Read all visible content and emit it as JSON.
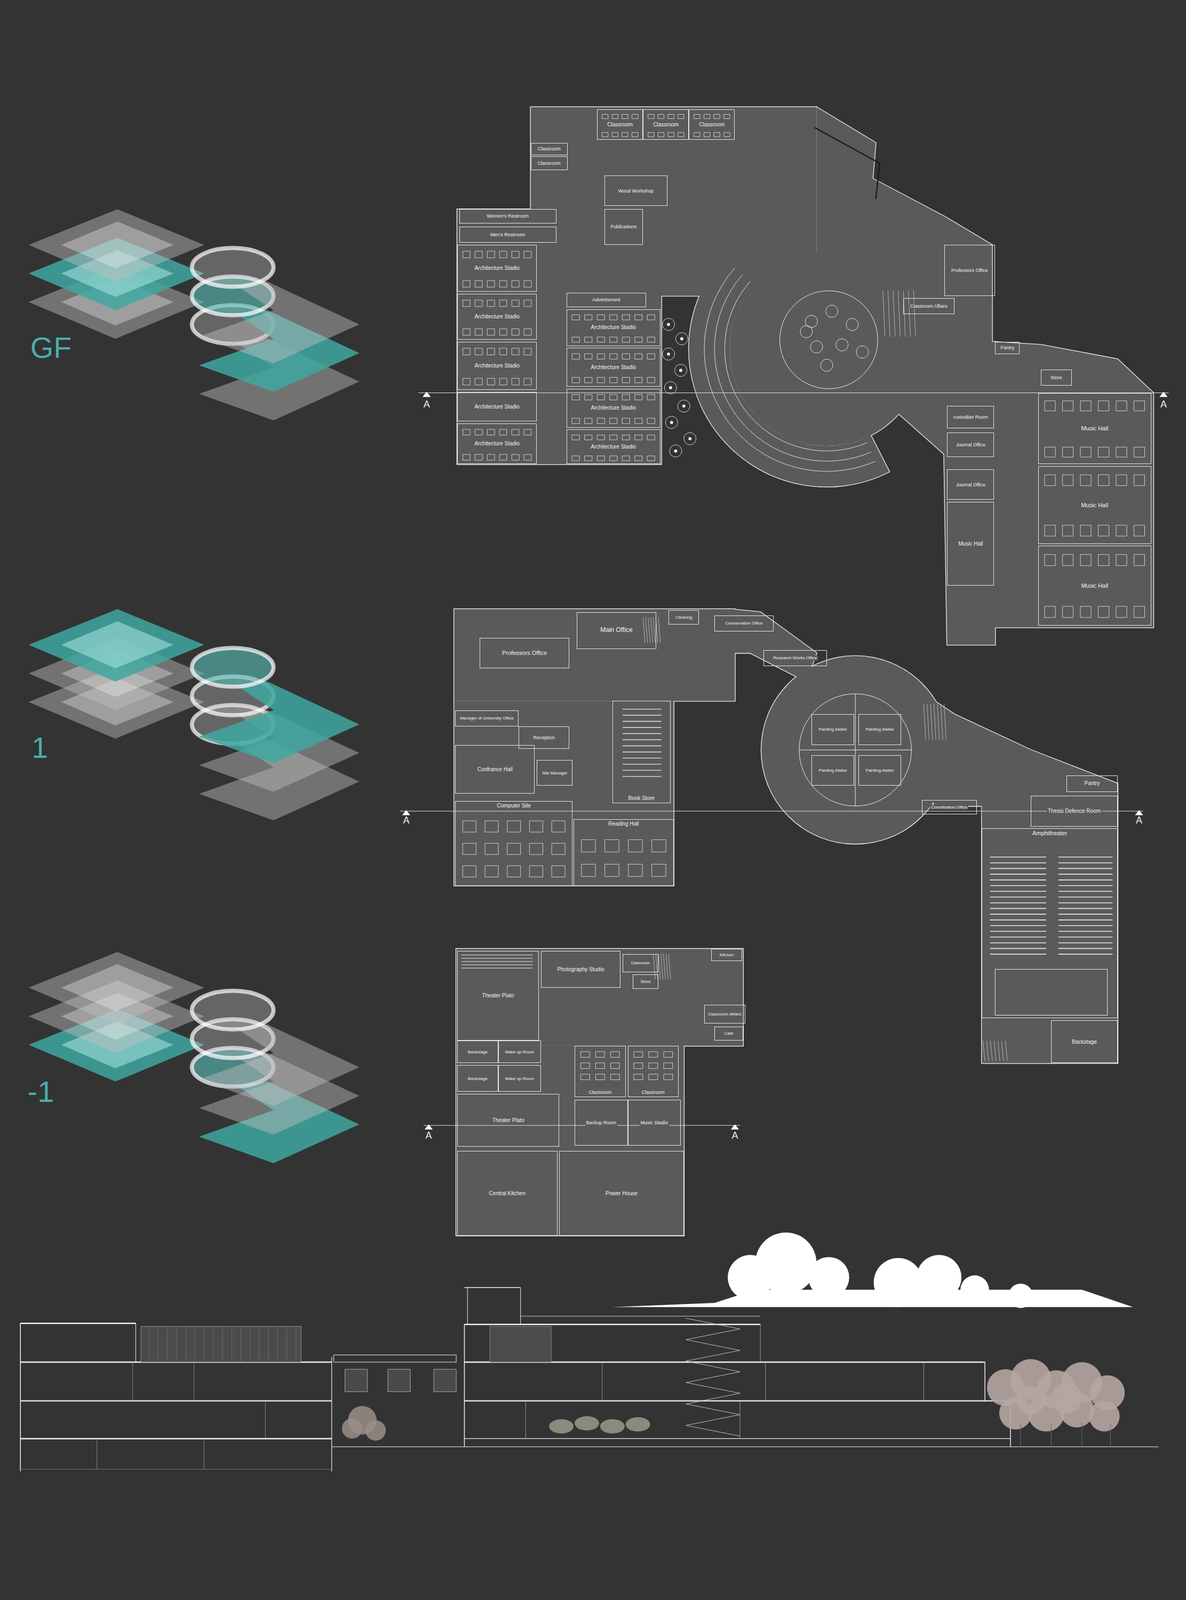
{
  "diagram": {
    "nodes": [
      {
        "text": [
          "Classroom"
        ]
      },
      {
        "text": [
          "Classroom"
        ]
      },
      {
        "text": [
          "Classroom"
        ]
      },
      {
        "text": [
          "Classroom"
        ]
      },
      {
        "text": [
          "Classroom"
        ]
      },
      {
        "text": [
          "Women's Restroom"
        ]
      },
      {
        "text": [
          "Men's Restroom"
        ]
      },
      {
        "text": [
          "Wood Workshop"
        ]
      },
      {
        "text": [
          "Publications"
        ]
      },
      {
        "text": [
          "Architecture Stadio"
        ]
      },
      {
        "text": [
          "Architecture Stadio"
        ]
      },
      {
        "text": [
          "Architecture Stadio"
        ]
      },
      {
        "text": [
          "Architecture Stadio"
        ]
      },
      {
        "text": [
          "Architecture Stadio"
        ]
      },
      {
        "text": [
          "Advertisment"
        ]
      },
      {
        "text": [
          "Architecture Stadio"
        ]
      },
      {
        "text": [
          "Architecture Stadio"
        ]
      },
      {
        "text": [
          "Architecture Stadio"
        ]
      },
      {
        "text": [
          "Architecture Stadio"
        ]
      },
      {
        "text": [
          "Professors Office"
        ]
      },
      {
        "text": [
          "Classroom Affairs"
        ]
      },
      {
        "text": [
          "Pantry"
        ]
      },
      {
        "text": [
          "Store"
        ]
      },
      {
        "text": [
          "custodian Room"
        ]
      },
      {
        "text": [
          "Journal Office"
        ]
      },
      {
        "text": [
          "Journal Office"
        ]
      },
      {
        "text": [
          "Music Hall"
        ]
      },
      {
        "text": [
          "Music Hall"
        ]
      },
      {
        "text": [
          "Music Hall"
        ]
      },
      {
        "text": [
          "Music Hall"
        ]
      },
      {
        "text": [
          "Cleaning"
        ]
      },
      {
        "text": [
          "Conservation Office"
        ]
      },
      {
        "text": [
          "Main Office"
        ]
      },
      {
        "text": [
          "Professors Office"
        ]
      },
      {
        "text": [
          "Manager of University Office"
        ]
      },
      {
        "text": [
          "Reception"
        ]
      },
      {
        "text": [
          "Confrance Hall"
        ]
      },
      {
        "text": [
          "Site Manager"
        ]
      },
      {
        "text": [
          "Research Works Office"
        ]
      },
      {
        "text": [
          "Painting Atelier"
        ]
      },
      {
        "text": [
          "Painting Atelier"
        ]
      },
      {
        "text": [
          "Painting Atelier"
        ]
      },
      {
        "text": [
          "Painting Atelier"
        ]
      },
      {
        "text": [
          "Book Store"
        ]
      },
      {
        "text": [
          "Computer Site"
        ]
      },
      {
        "text": [
          "Reading Hall"
        ]
      },
      {
        "text": [
          "Coordination Office"
        ]
      },
      {
        "text": [
          "Pantry"
        ]
      },
      {
        "text": [
          "Thesis Defence Room"
        ]
      },
      {
        "text": [
          "Amphitheater"
        ]
      },
      {
        "text": [
          "Backstage"
        ]
      },
      {
        "text": [
          "Photography Studio"
        ]
      },
      {
        "text": [
          "Darkroom"
        ]
      },
      {
        "text": [
          "Store"
        ]
      },
      {
        "text": [
          "Kitchen"
        ]
      },
      {
        "text": [
          "Classroom Affairs"
        ]
      },
      {
        "text": [
          "Cafe"
        ]
      },
      {
        "text": [
          "Theater Plato"
        ]
      },
      {
        "text": [
          "Backstage"
        ]
      },
      {
        "text": [
          "Make up Room"
        ]
      },
      {
        "text": [
          "Backstage"
        ]
      },
      {
        "text": [
          "Make up Room"
        ]
      },
      {
        "text": [
          "Classroom"
        ]
      },
      {
        "text": [
          "Classroom"
        ]
      },
      {
        "text": [
          "Theater Plato"
        ]
      },
      {
        "text": [
          "Backup Room"
        ]
      },
      {
        "text": [
          "Music Stadio"
        ]
      },
      {
        "text": [
          "Central Kitchen"
        ]
      },
      {
        "text": [
          "Power House"
        ]
      }
    ],
    "labels": [
      "GF",
      "A",
      "A",
      "1",
      "A",
      "A",
      "-1",
      "A",
      "A"
    ]
  }
}
